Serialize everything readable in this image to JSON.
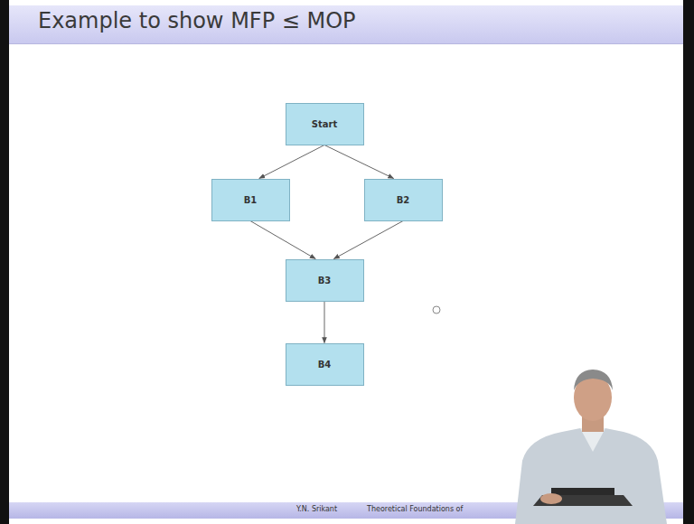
{
  "diagram": {
    "title": "Example to show MFP ≤ MOP",
    "nodes": [
      {
        "text": [
          "Start"
        ]
      },
      {
        "text": [
          "B1"
        ]
      },
      {
        "text": [
          "B2"
        ]
      },
      {
        "text": [
          "B3"
        ]
      },
      {
        "text": [
          "B4"
        ]
      }
    ],
    "edges": [
      {
        "from": 0,
        "to": 1,
        "arrow": "to"
      },
      {
        "from": 0,
        "to": 2,
        "arrow": "to"
      },
      {
        "from": 1,
        "to": 3,
        "arrow": "to"
      },
      {
        "from": 2,
        "to": 3,
        "arrow": "to"
      },
      {
        "from": 3,
        "to": 4,
        "arrow": "to"
      }
    ],
    "labels": [
      "Y.N. Srikant",
      "Theoretical Foundations of"
    ]
  }
}
